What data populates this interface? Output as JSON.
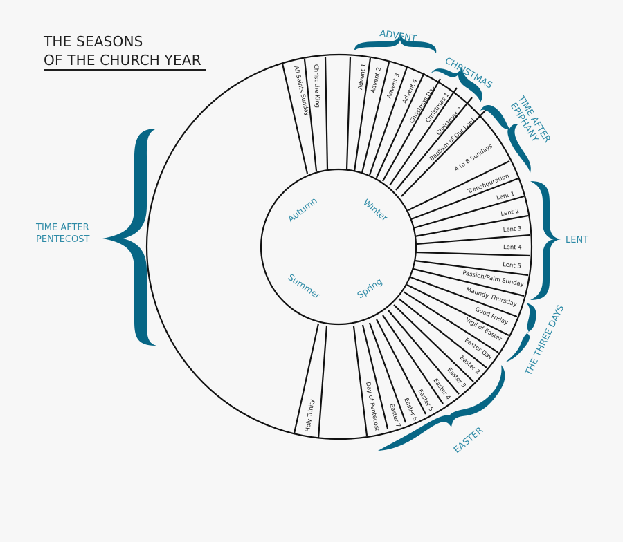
{
  "title": {
    "line1": "THE SEASONS",
    "line2": "OF THE CHURCH YEAR"
  },
  "colors": {
    "brace": "#076685",
    "season_text": "#2d8aa6",
    "line": "#111111",
    "background": "#f7f7f7"
  },
  "inner_seasons": [
    {
      "label": "Autumn"
    },
    {
      "label": "Winter"
    },
    {
      "label": "Summer"
    },
    {
      "label": "Spring"
    }
  ],
  "groups": [
    {
      "label": "ADVENT"
    },
    {
      "label": "CHRISTMAS"
    },
    {
      "label": "TIME AFTER"
    },
    {
      "label": "EPIPHANY"
    },
    {
      "label": "LENT"
    },
    {
      "label": "THE THREE DAYS"
    },
    {
      "label": "EASTER"
    },
    {
      "label": "TIME AFTER"
    },
    {
      "label": "PENTECOST"
    }
  ],
  "segments": [
    {
      "label": "All Saints Sunday"
    },
    {
      "label": "Christ the King"
    },
    {
      "label": "Advent 1"
    },
    {
      "label": "Advent 2"
    },
    {
      "label": "Advent 3"
    },
    {
      "label": "Advent 4"
    },
    {
      "label": "Christmas Day"
    },
    {
      "label": "Christmas 1"
    },
    {
      "label": "Christmas 2"
    },
    {
      "label": "Baptism of Our Lord"
    },
    {
      "label": "4 to 8 Sundays"
    },
    {
      "label": "Transfiguration"
    },
    {
      "label": "Lent 1"
    },
    {
      "label": "Lent 2"
    },
    {
      "label": "Lent 3"
    },
    {
      "label": "Lent 4"
    },
    {
      "label": "Lent 5"
    },
    {
      "label": "Passion/Palm Sunday"
    },
    {
      "label": "Maundy Thursday"
    },
    {
      "label": "Good Friday"
    },
    {
      "label": "Vigil of Easter"
    },
    {
      "label": "Easter Day"
    },
    {
      "label": "Easter 2"
    },
    {
      "label": "Easter 3"
    },
    {
      "label": "Easter 4"
    },
    {
      "label": "Easter 5"
    },
    {
      "label": "Easter 6"
    },
    {
      "label": "Easter 7"
    },
    {
      "label": "Day of Pentecost"
    },
    {
      "label": "Holy Trinity"
    }
  ]
}
